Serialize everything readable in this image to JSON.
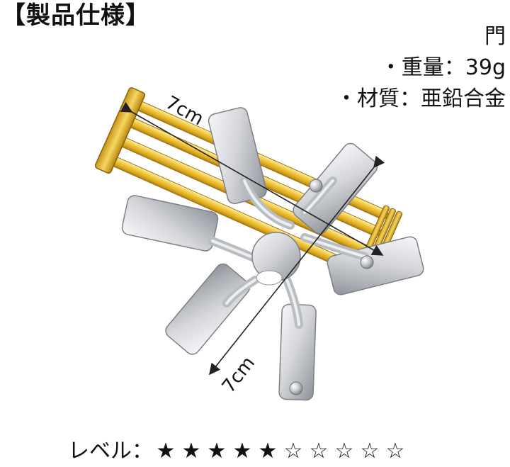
{
  "heading": "【製品仕様】",
  "specs": {
    "name": "門",
    "weight": "・重量：39g",
    "material": "・材質：亜鉛合金"
  },
  "dimensions": {
    "length_label": "7cm",
    "width_label": "7cm"
  },
  "level": {
    "label": "レベル：",
    "value": 5,
    "max": 10,
    "filled_star": "★",
    "empty_star": "☆"
  },
  "colors": {
    "gold": "#E5B62A",
    "silver": "#C9CBCF",
    "text": "#111111"
  },
  "icons": {
    "dimension_arrow": "double-headed-arrow-icon",
    "level_star": "star-icon"
  }
}
